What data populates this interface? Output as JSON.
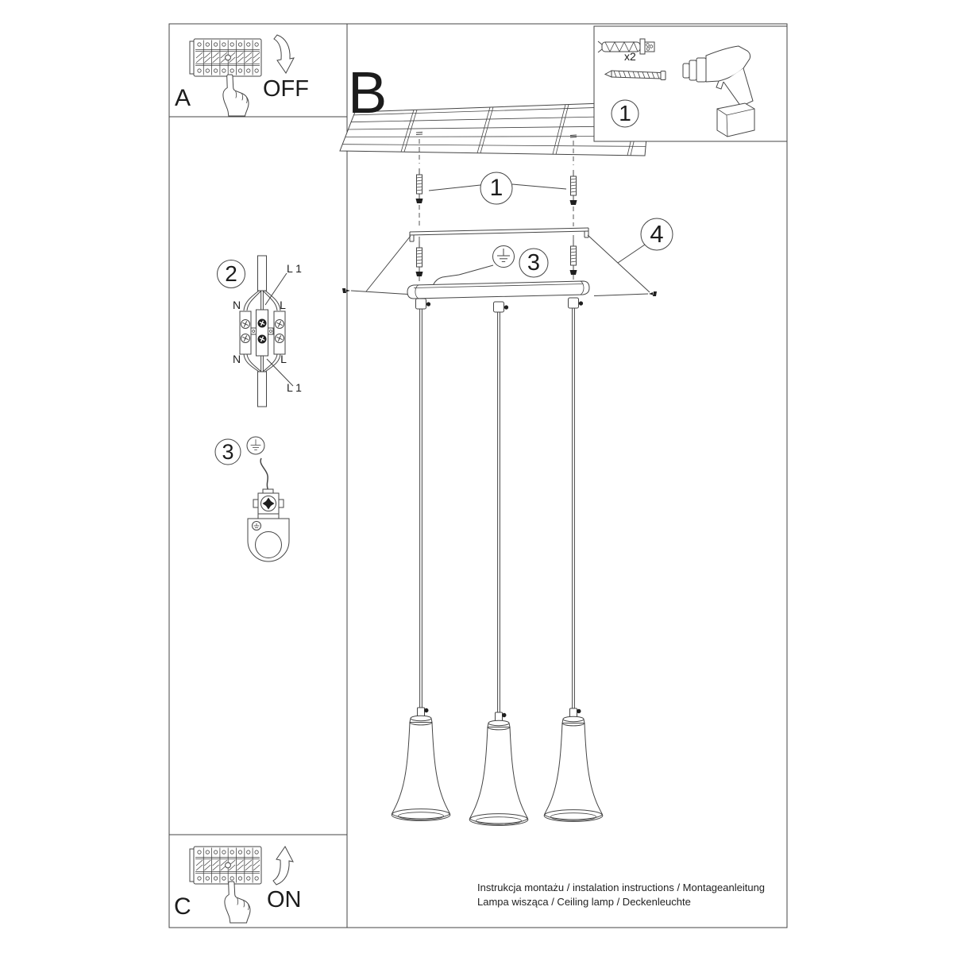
{
  "page": {
    "background": "#ffffff",
    "line_color": "#454545",
    "text_color": "#1c1c1c"
  },
  "panel_a": {
    "label": "A",
    "state": "OFF"
  },
  "panel_c": {
    "label": "C",
    "state": "ON"
  },
  "main_step_label": "B",
  "kit_box": {
    "callout": "1",
    "dowel_count": "x2"
  },
  "callouts": {
    "anchors": "1",
    "wiring": "2",
    "ground": "3",
    "ground_detail": "3",
    "canopy_screws": "4"
  },
  "wiring": {
    "top_left": "N",
    "top_right": "L",
    "top_line": "L 1",
    "bottom_left": "N",
    "bottom_right": "L",
    "bottom_line": "L 1"
  },
  "footer": {
    "line1": "Instrukcja montażu / instalation instructions / Montageanleitung",
    "line2": "Lampa wisząca / Ceiling lamp / Deckenleuchte"
  }
}
